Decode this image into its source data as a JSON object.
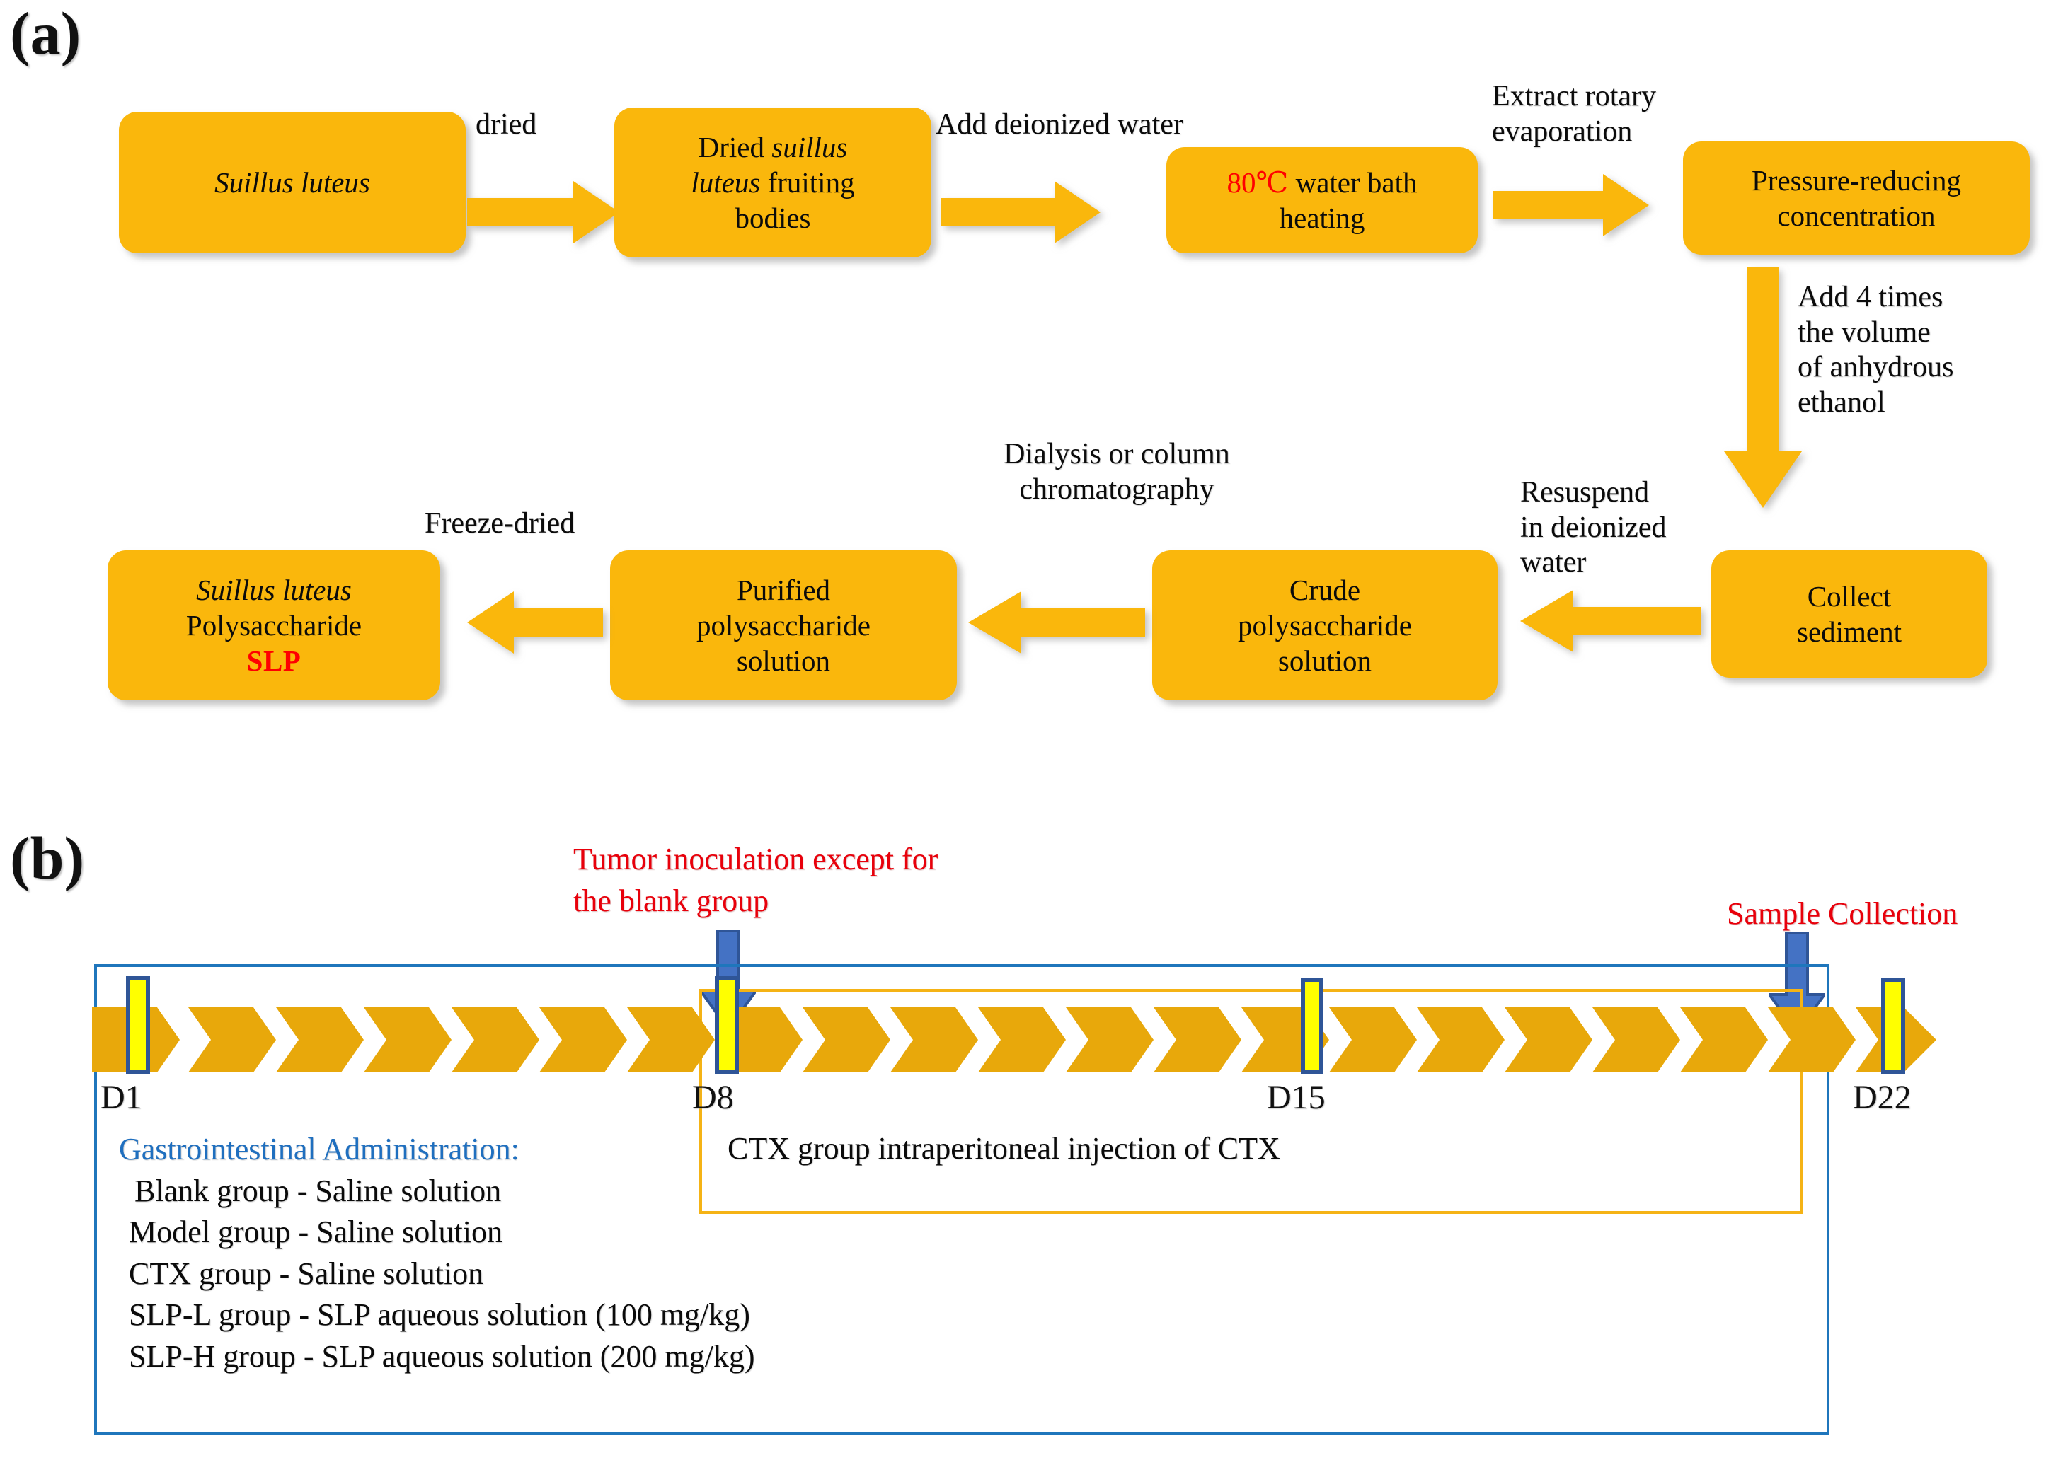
{
  "figure": {
    "panel_a_label": "(a)",
    "panel_b_label": "(b)"
  },
  "colors": {
    "gold": "#FAB70C",
    "gold_border": "#F5B315",
    "blue": "#1F76BC",
    "blue_arrow": "#4472C4",
    "blue_arrow_border": "#2F5597",
    "marker_yellow": "#FFFF00",
    "marker_border": "#2F5597",
    "red": "#FF0000",
    "annotation_red": "#E8000B",
    "legend_header_blue": "#1F6FBF"
  },
  "panel_a": {
    "boxes": [
      {
        "id": "suillus-luteus",
        "line1_italic": "Suillus luteus"
      },
      {
        "id": "dried-fruiting-bodies",
        "line1": "Dried ",
        "line1_italic": "suillus",
        "line2_italic": "luteus",
        "line2": " fruiting",
        "line3": "bodies"
      },
      {
        "id": "water-bath-heating",
        "line1_red": "80℃",
        "line1": " water bath",
        "line2": "heating"
      },
      {
        "id": "pressure-reducing",
        "line1": "Pressure-reducing",
        "line2": "concentration"
      },
      {
        "id": "collect-sediment",
        "line1": "Collect",
        "line2": "sediment"
      },
      {
        "id": "crude-polysaccharide",
        "line1": "Crude",
        "line2": "polysaccharide",
        "line3": "solution"
      },
      {
        "id": "purified-polysaccharide",
        "line1": "Purified",
        "line2": "polysaccharide",
        "line3": "solution"
      },
      {
        "id": "slp-product",
        "line1_italic": "Suillus luteus",
        "line2": "Polysaccharide",
        "line3_red": "SLP"
      }
    ],
    "step_labels": {
      "dried": "dried",
      "add_deionized_water": "Add deionized water",
      "extract_rotary_evaporation": "Extract rotary\nevaporation",
      "add_ethanol": "Add 4 times\nthe volume\nof anhydrous\nethanol",
      "resuspend": "Resuspend\nin deionized\nwater",
      "dialysis": "Dialysis or column\nchromatography",
      "freeze_dried": "Freeze-dried"
    }
  },
  "panel_b": {
    "annotations": {
      "tumor_inoculation": "Tumor inoculation except for\nthe blank group",
      "sample_collection": "Sample Collection"
    },
    "day_labels": [
      "D1",
      "D8",
      "D15",
      "D22"
    ],
    "ctx_band_text": "CTX group intraperitoneal injection of CTX",
    "legend": {
      "header": "Gastrointestinal Administration:",
      "items": [
        "Blank  group - Saline solution",
        "Model group - Saline solution",
        "CTX group - Saline solution",
        "SLP-L group - SLP aqueous solution (100 mg/kg)",
        "SLP-H group - SLP aqueous solution (200 mg/kg)"
      ]
    },
    "timeline": {
      "segment_count": 21,
      "marker_days": [
        "D1",
        "D8",
        "D15",
        "D22"
      ]
    }
  }
}
